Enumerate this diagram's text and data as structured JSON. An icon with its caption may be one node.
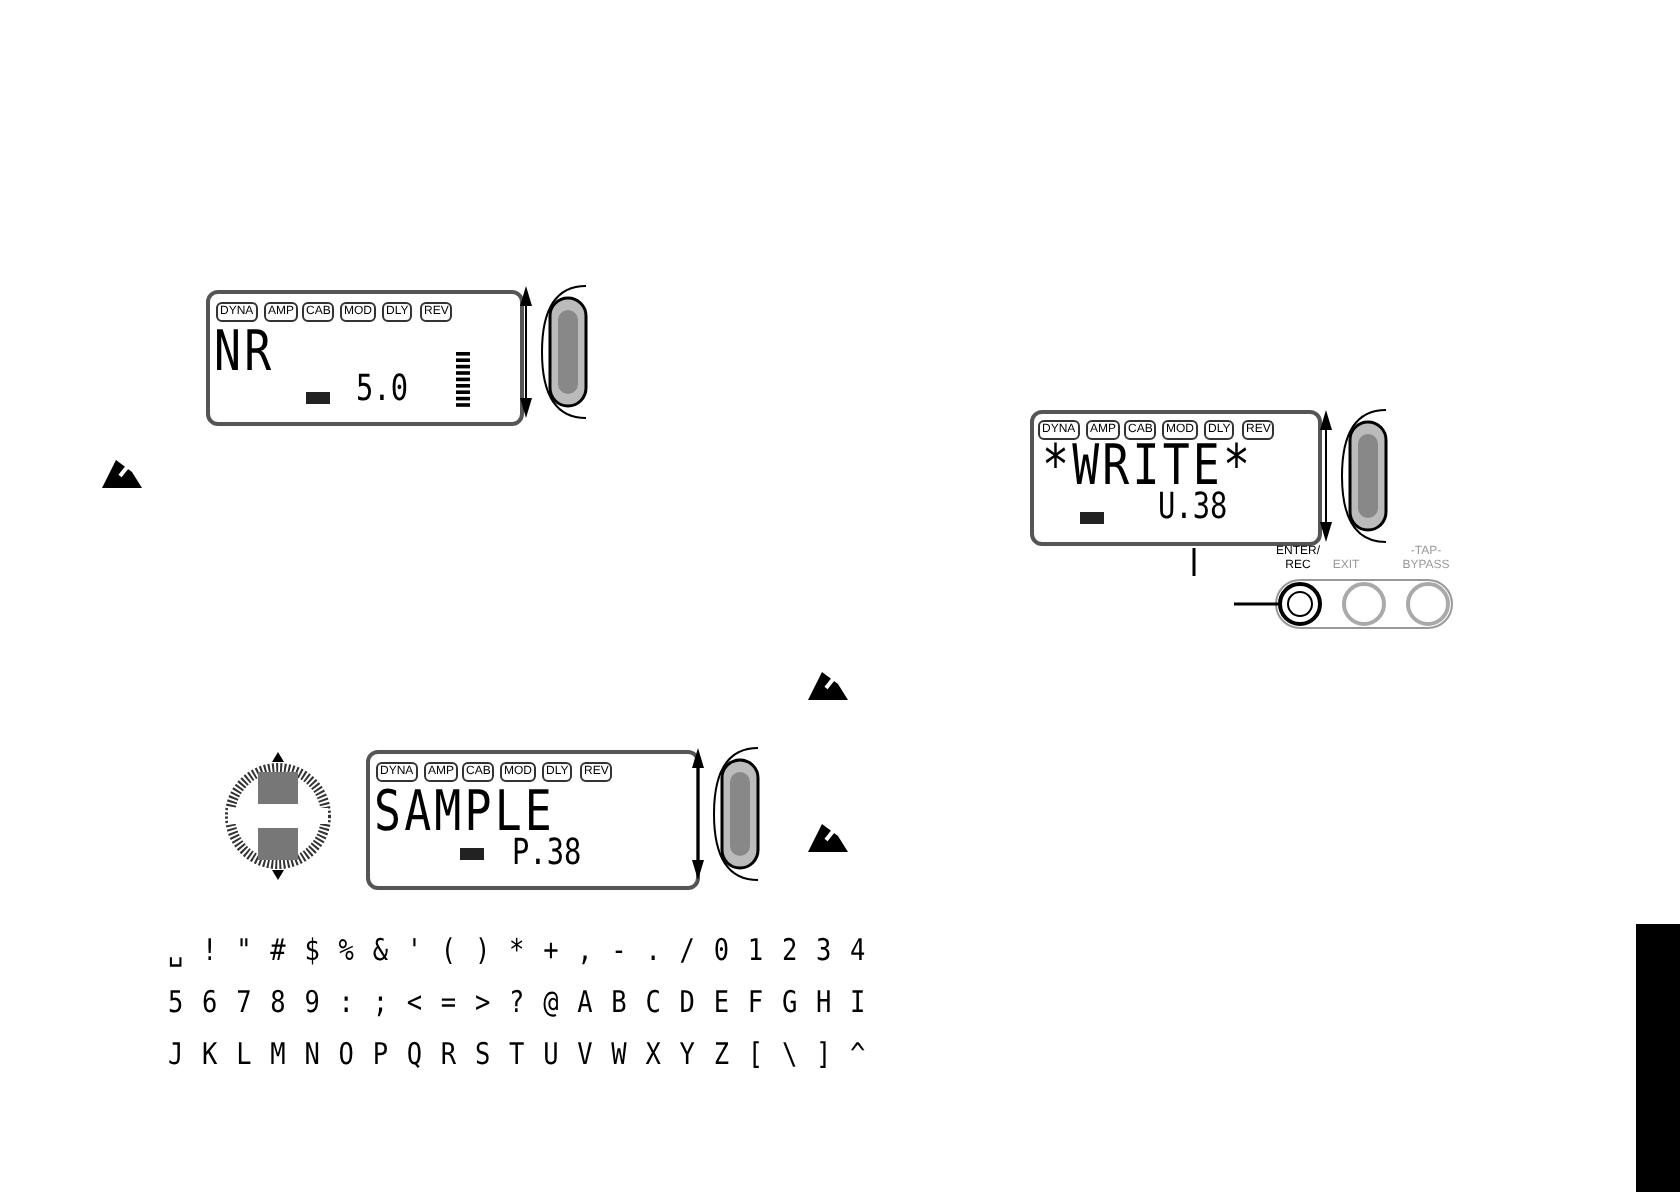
{
  "diagram": {
    "nodes": [
      {
        "text": [],
        "shape": "bar"
      }
    ],
    "labels": [
      "DYNA",
      "AMP",
      "CAB",
      "MOD",
      "DLY",
      "REV",
      "NR",
      "5.0",
      "DYNA",
      "AMP",
      "CAB",
      "MOD",
      "DLY",
      "REV",
      "*WRITE*",
      "U.38",
      "ENTER/ REC",
      "EXIT",
      "-TAP- BYPASS",
      "DYNA",
      "AMP",
      "CAB",
      "MOD",
      "DLY",
      "REV",
      "SAMPLE",
      "P.38",
      "␣ ! \" # $ % & ' ( ) * + , - . / 0 1 2 3 4",
      "5 6 7 8 9 : ; < = > ? @ A B C D E F G H I",
      "J K L M N O P Q R S T U V W X Y Z [ \\ ] ^"
    ]
  }
}
